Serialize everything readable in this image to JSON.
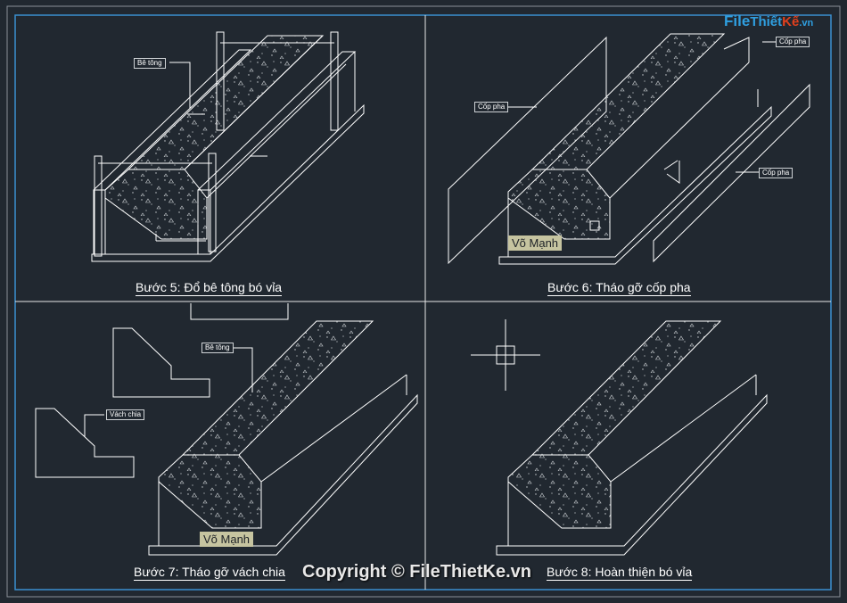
{
  "panels": [
    {
      "caption": "Bước 5: Đổ bê tông bó vỉa",
      "labels": [
        "Bê tông"
      ]
    },
    {
      "caption": "Bước 6: Tháo gỡ cốp pha",
      "labels": [
        "Cốp pha",
        "Cốp pha",
        "Cốp pha"
      ]
    },
    {
      "caption": "Bước 7: Tháo gỡ vách chia",
      "labels": [
        "Bê tông",
        "Vách chia"
      ]
    },
    {
      "caption": "Bước 8: Hoàn thiện bó vỉa",
      "labels": []
    }
  ],
  "author": "Võ Mạnh",
  "copyright": "Copyright © FileThietKe.vn",
  "logo": {
    "file": "File",
    "thiet": "Thiết",
    "ke": "Kế",
    "vn": ".vn"
  },
  "colors": {
    "background": "#212830",
    "lines": "#ffffff",
    "frame": "#3a8fd0",
    "author_bg": "#c6c4a0"
  }
}
